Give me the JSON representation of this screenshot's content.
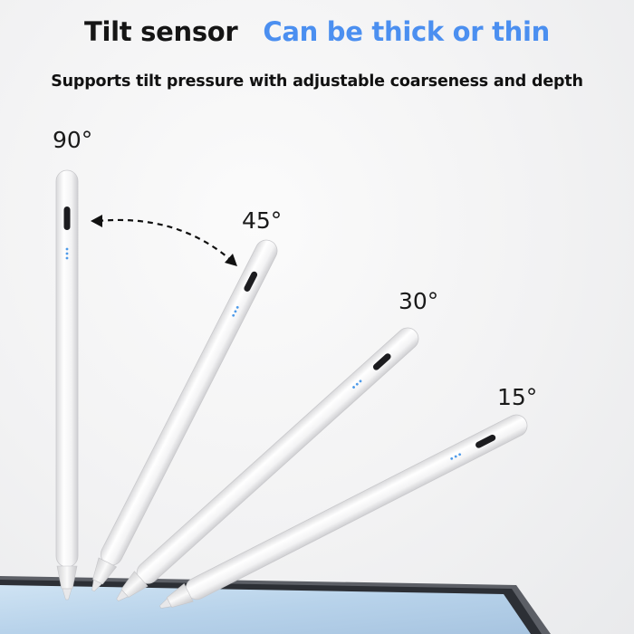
{
  "header": {
    "title": "Tilt sensor",
    "highlight": "Can be thick or thin",
    "highlight_color": "#4b8ff0"
  },
  "subtitle": "Supports tilt pressure with adjustable coarseness and depth",
  "angles": {
    "a90": "90°",
    "a45": "45°",
    "a30": "30°",
    "a15": "15°"
  }
}
